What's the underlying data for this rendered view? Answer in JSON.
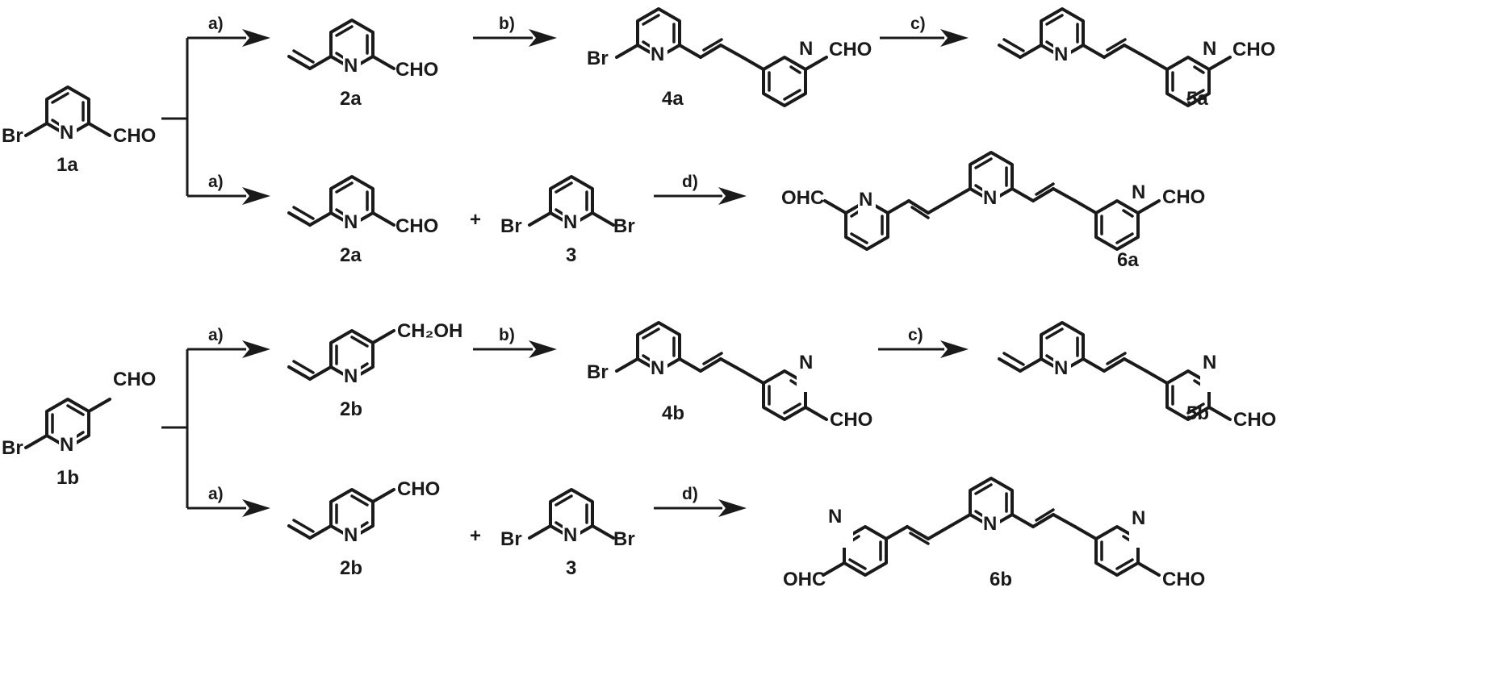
{
  "labels": {
    "c1a": "1a",
    "c2a": "2a",
    "c4a": "4a",
    "c5a": "5a",
    "c3": "3",
    "c6a": "6a",
    "c1b": "1b",
    "c2b": "2b",
    "c4b": "4b",
    "c5b": "5b",
    "c6b": "6b"
  },
  "steps": {
    "a": "a)",
    "b": "b)",
    "c": "c)",
    "d": "d)"
  },
  "atoms": {
    "br": "Br",
    "n": "N",
    "cho": "CHO",
    "ohc": "OHC",
    "ch2oh": "CH₂OH"
  },
  "plus": "+"
}
